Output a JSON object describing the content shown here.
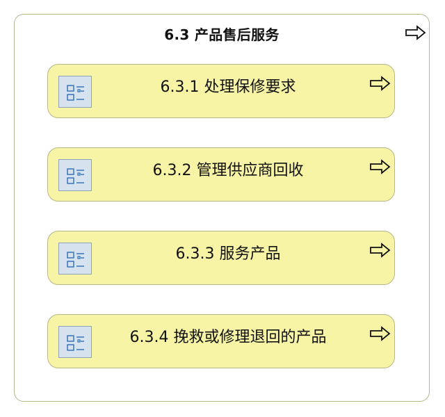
{
  "process": {
    "title": "6.3 产品售后服务",
    "subprocesses": [
      {
        "label": "6.3.1 处理保修要求"
      },
      {
        "label": "6.3.2 管理供应商回收"
      },
      {
        "label": "6.3.3 服务产品"
      },
      {
        "label": "6.3.4 挽救或修理退回的产品"
      }
    ]
  },
  "icons": {
    "arrow": "drill-down-arrow-icon",
    "subprocess": "process-list-icon"
  },
  "colors": {
    "box_fill": "#f8f4a6",
    "box_border": "#b6b68c",
    "icon_fill": "#d6e3ee",
    "icon_stroke": "#2f6db5"
  }
}
